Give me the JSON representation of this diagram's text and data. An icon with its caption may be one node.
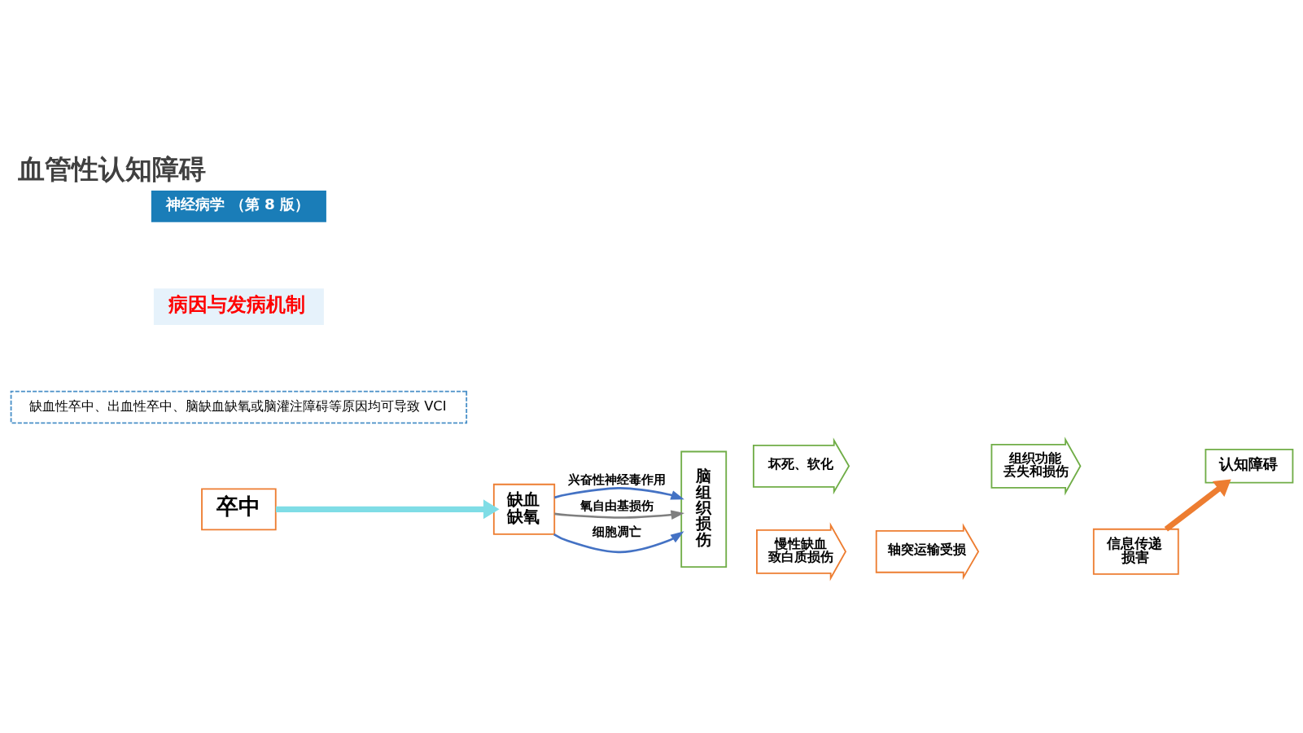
{
  "diagram": {
    "title": "血管性认知障碍",
    "nodes": [
      {
        "text": [
          "缺血性卒中、出血性卒中、脑缺血缺氧或脑灌注障碍等原因均可导致 VCI"
        ]
      },
      {
        "text": [
          "卒中"
        ]
      },
      {
        "text": [
          "缺血缺氧"
        ]
      },
      {
        "text": [
          "脑组织损伤"
        ]
      },
      {
        "text": [
          "坏死、软化"
        ]
      },
      {
        "text": [
          "组织功能丢失和损伤"
        ]
      },
      {
        "text": [
          "认知障碍"
        ]
      },
      {
        "text": [
          "慢性缺血致白质损伤"
        ]
      },
      {
        "text": [
          "轴突运输受损"
        ]
      },
      {
        "text": [
          "信息传递损害"
        ]
      }
    ],
    "edges": [
      {
        "from": 1,
        "to": 2,
        "arrow": "to",
        "style": "thick",
        "color": "#7fdde6"
      },
      {
        "from": 2,
        "to": 3,
        "arrow": "to",
        "label": "兴奋性神经毒作用"
      },
      {
        "from": 2,
        "to": 3,
        "arrow": "to",
        "label": "氧自由基损伤",
        "color": "#7f7f7f"
      },
      {
        "from": 2,
        "to": 3,
        "arrow": "to",
        "label": "细胞凋亡"
      },
      {
        "from": 9,
        "to": 6,
        "arrow": "to",
        "style": "thick",
        "color": "#ed7d31"
      }
    ],
    "labels": [
      "神经病学 （第 8 版）",
      "病因与发病机制"
    ]
  }
}
